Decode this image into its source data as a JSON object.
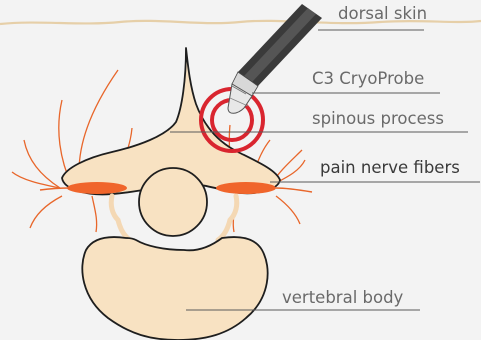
{
  "labels": {
    "dorsal_skin": "dorsal skin",
    "cryoprobe": "C3 CryoProbe",
    "spinous_process": "spinous process",
    "pain_nerve_fibers": "pain nerve fibers",
    "vertebral_body": "vertebral body"
  },
  "colors": {
    "background": "#f3f3f3",
    "skin_line": "#e6cfa8",
    "bone_fill": "#f8e2c2",
    "bone_stroke": "#1e1e1e",
    "nerve": "#e8662a",
    "nerve_fill": "#f0652b",
    "ice_ring": "#d9252f",
    "probe_dark": "#3a3a3a",
    "probe_light": "#cfcfcf",
    "leader": "#5a5a5a"
  }
}
